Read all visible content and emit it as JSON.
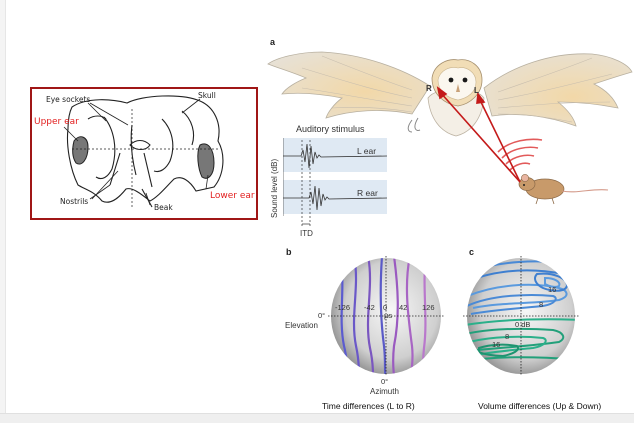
{
  "skull_labels": {
    "eye_sockets": "Eye sockets",
    "skull": "Skull",
    "upper_ear": "Upper ear",
    "lower_ear": "Lower ear",
    "nostrils": "Nostrils",
    "beak": "Beak"
  },
  "panel_a": {
    "letter": "a",
    "stimulus_title": "Auditory stimulus",
    "y_axis_label": "Sound level (dB)",
    "left_ear": "L ear",
    "right_ear": "R ear",
    "itd": "ITD",
    "owl_right_ear": "R",
    "owl_left_ear": "L"
  },
  "panel_b": {
    "letter": "b",
    "ticks": [
      "-126",
      "-42",
      "0",
      "42",
      "126"
    ],
    "unit": "µs",
    "elevation_zero": "0°",
    "elevation_label": "Elevation",
    "azimuth_zero": "0°",
    "azimuth_label": "Azimuth",
    "caption": "Time differences (L to R)"
  },
  "panel_c": {
    "letter": "c",
    "labels": [
      "16",
      "8",
      "0 dB",
      "8",
      "16"
    ],
    "caption": "Volume differences (Up & Down)"
  }
}
